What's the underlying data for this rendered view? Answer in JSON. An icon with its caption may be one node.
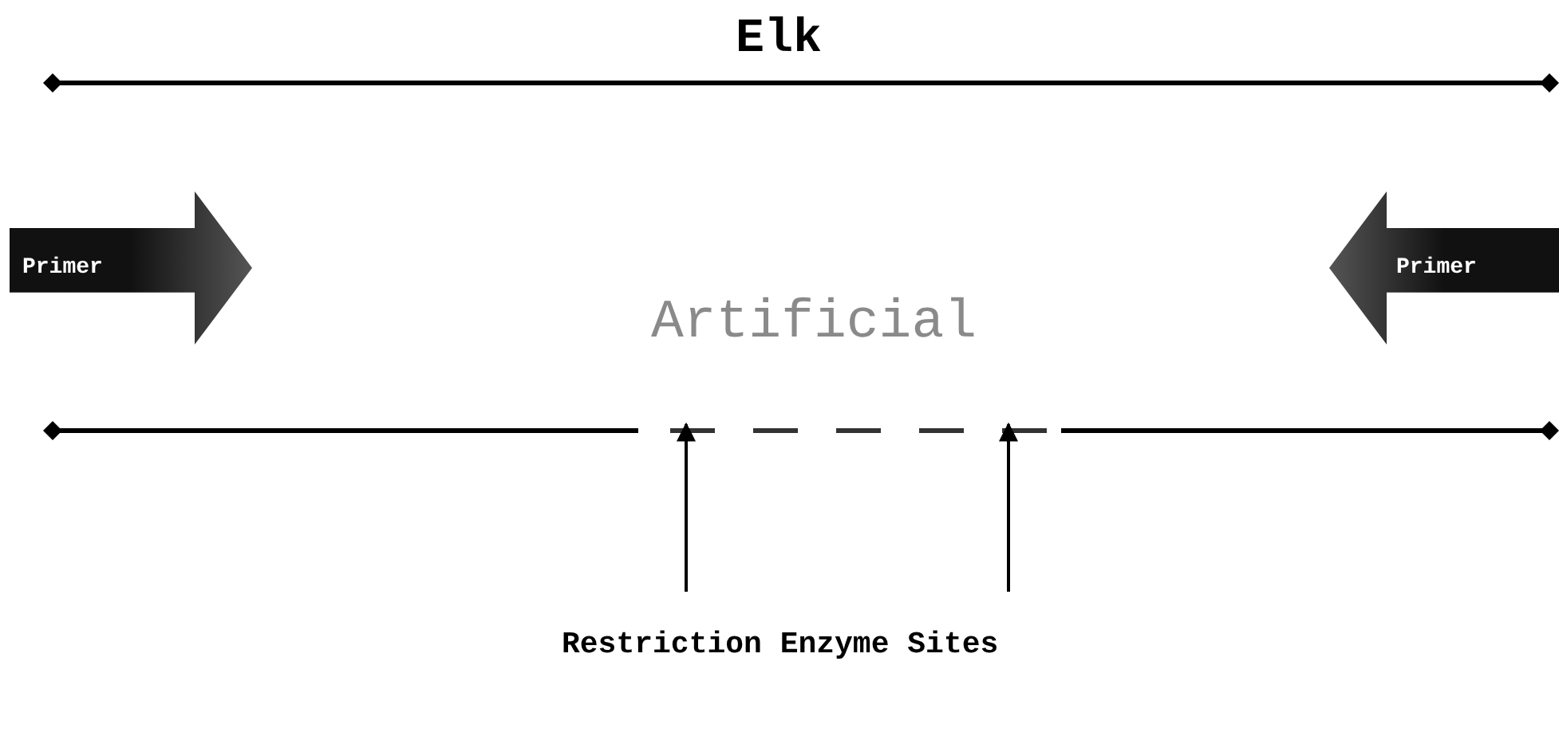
{
  "diagram": {
    "nodes": [
      {
        "text": [
          "Primer"
        ]
      },
      {
        "text": [
          "Primer"
        ]
      },
      {
        "text": [
          "Restriction Enzyme Sites"
        ]
      }
    ],
    "edges": [
      {
        "from": 2,
        "to": null,
        "arrow": "to"
      },
      {
        "from": 2,
        "to": null,
        "arrow": "to"
      }
    ],
    "labels": [
      "Elk",
      "Artificial"
    ]
  }
}
